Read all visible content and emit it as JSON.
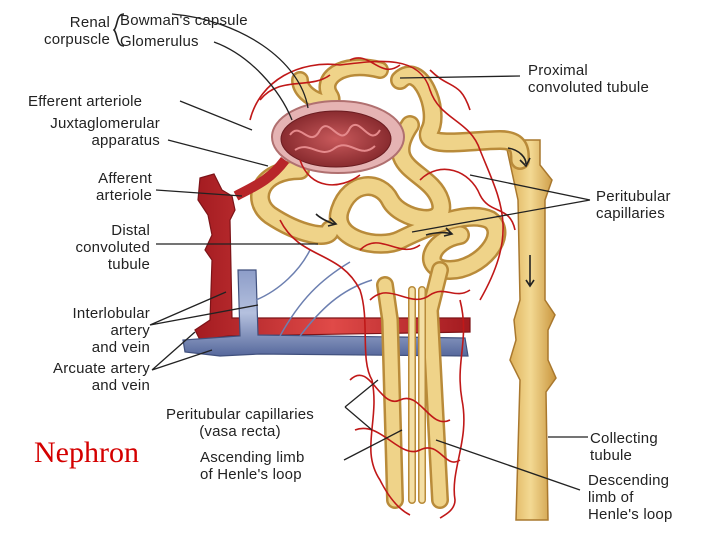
{
  "diagram": {
    "title": "Nephron",
    "labels": {
      "renal_corpuscle": "Renal\ncorpuscle",
      "bowmans_capsule": "Bowman's capsule",
      "glomerulus": "Glomerulus",
      "efferent_arteriole": "Efferent arteriole",
      "juxtaglomerular_apparatus": "Juxtaglomerular\napparatus",
      "afferent_arteriole": "Afferent\narteriole",
      "distal_convoluted_tubule": "Distal\nconvoluted\ntubule",
      "interlobular_artery_vein": "Interlobular\nartery\nand vein",
      "arcuate_artery_vein": "Arcuate artery\nand vein",
      "peritubular_capillaries_vasa_recta": "Peritubular capillaries\n(vasa recta)",
      "ascending_limb": "Ascending limb\nof Henle's loop",
      "proximal_convoluted_tubule": "Proximal\nconvoluted tubule",
      "peritubular_capillaries": "Peritubular\ncapillaries",
      "collecting_tubule": "Collecting\ntubule",
      "descending_limb": "Descending\nlimb of\nHenle's loop"
    },
    "colors": {
      "artery": "#c8262a",
      "vein": "#6c7fb0",
      "tubule": "#e8c777",
      "tubule_edge": "#b98b3a",
      "capillary": "#c01818",
      "glomerulus": "#9a3a3c",
      "capsule": "#d89a9a",
      "title": "#d40000"
    }
  }
}
